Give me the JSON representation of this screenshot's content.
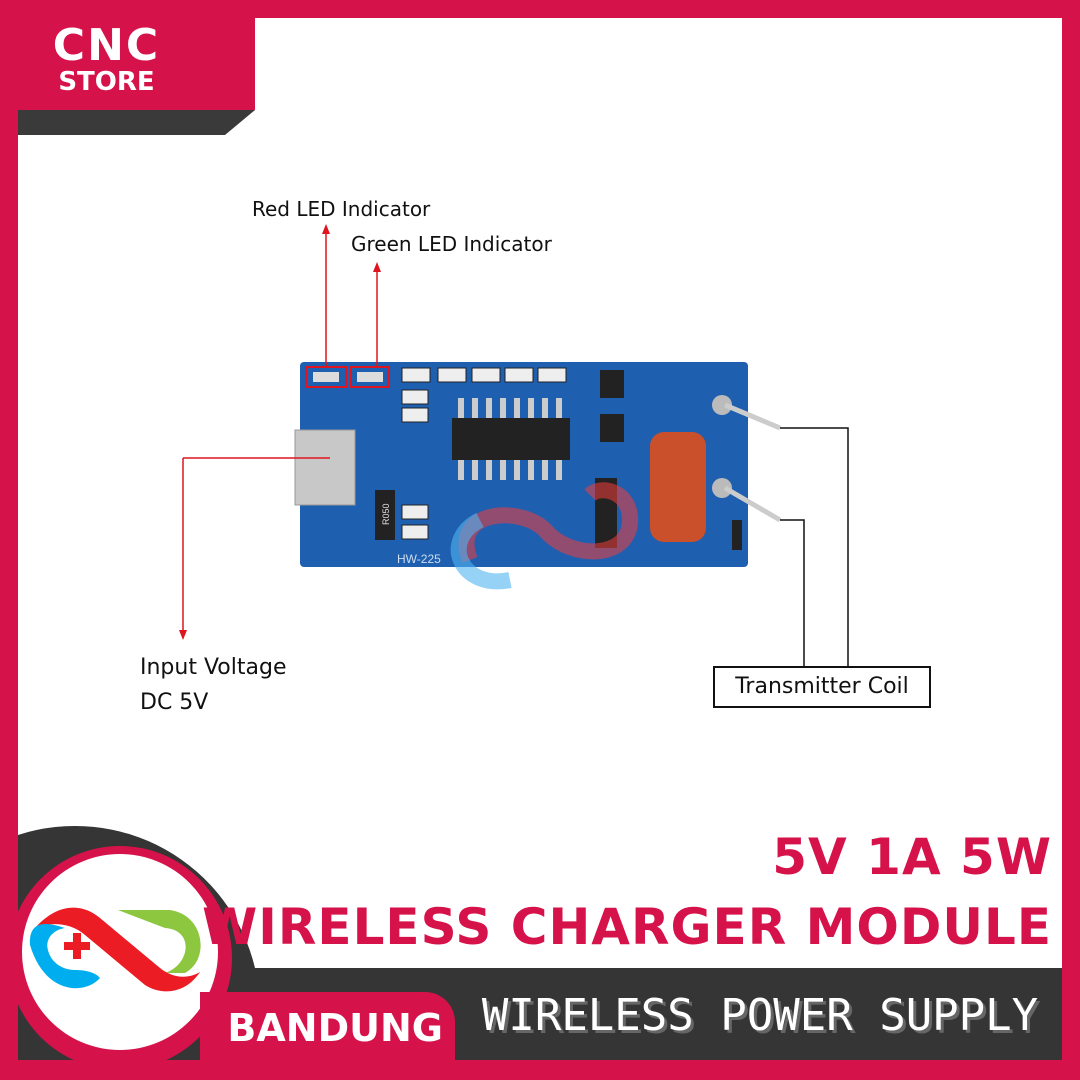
{
  "brand": {
    "logo_line1": "CNC",
    "logo_line2": "STORE",
    "city": "BANDUNG"
  },
  "labels": {
    "red_led": "Red LED Indicator",
    "green_led": "Green LED Indicator",
    "input_line1": "Input Voltage",
    "input_line2": "DC 5V",
    "coil": "Transmitter Coil",
    "board_silk": "HW-225",
    "resistor": "R050"
  },
  "title": {
    "spec": "5V 1A 5W",
    "product": "WIRELESS CHARGER MODULE",
    "subtitle": "WIRELESS POWER SUPPLY"
  },
  "colors": {
    "brand": "#d6124a",
    "dark": "#353535",
    "pcb": "#1f5fb0",
    "annotation": "#e0141e"
  }
}
